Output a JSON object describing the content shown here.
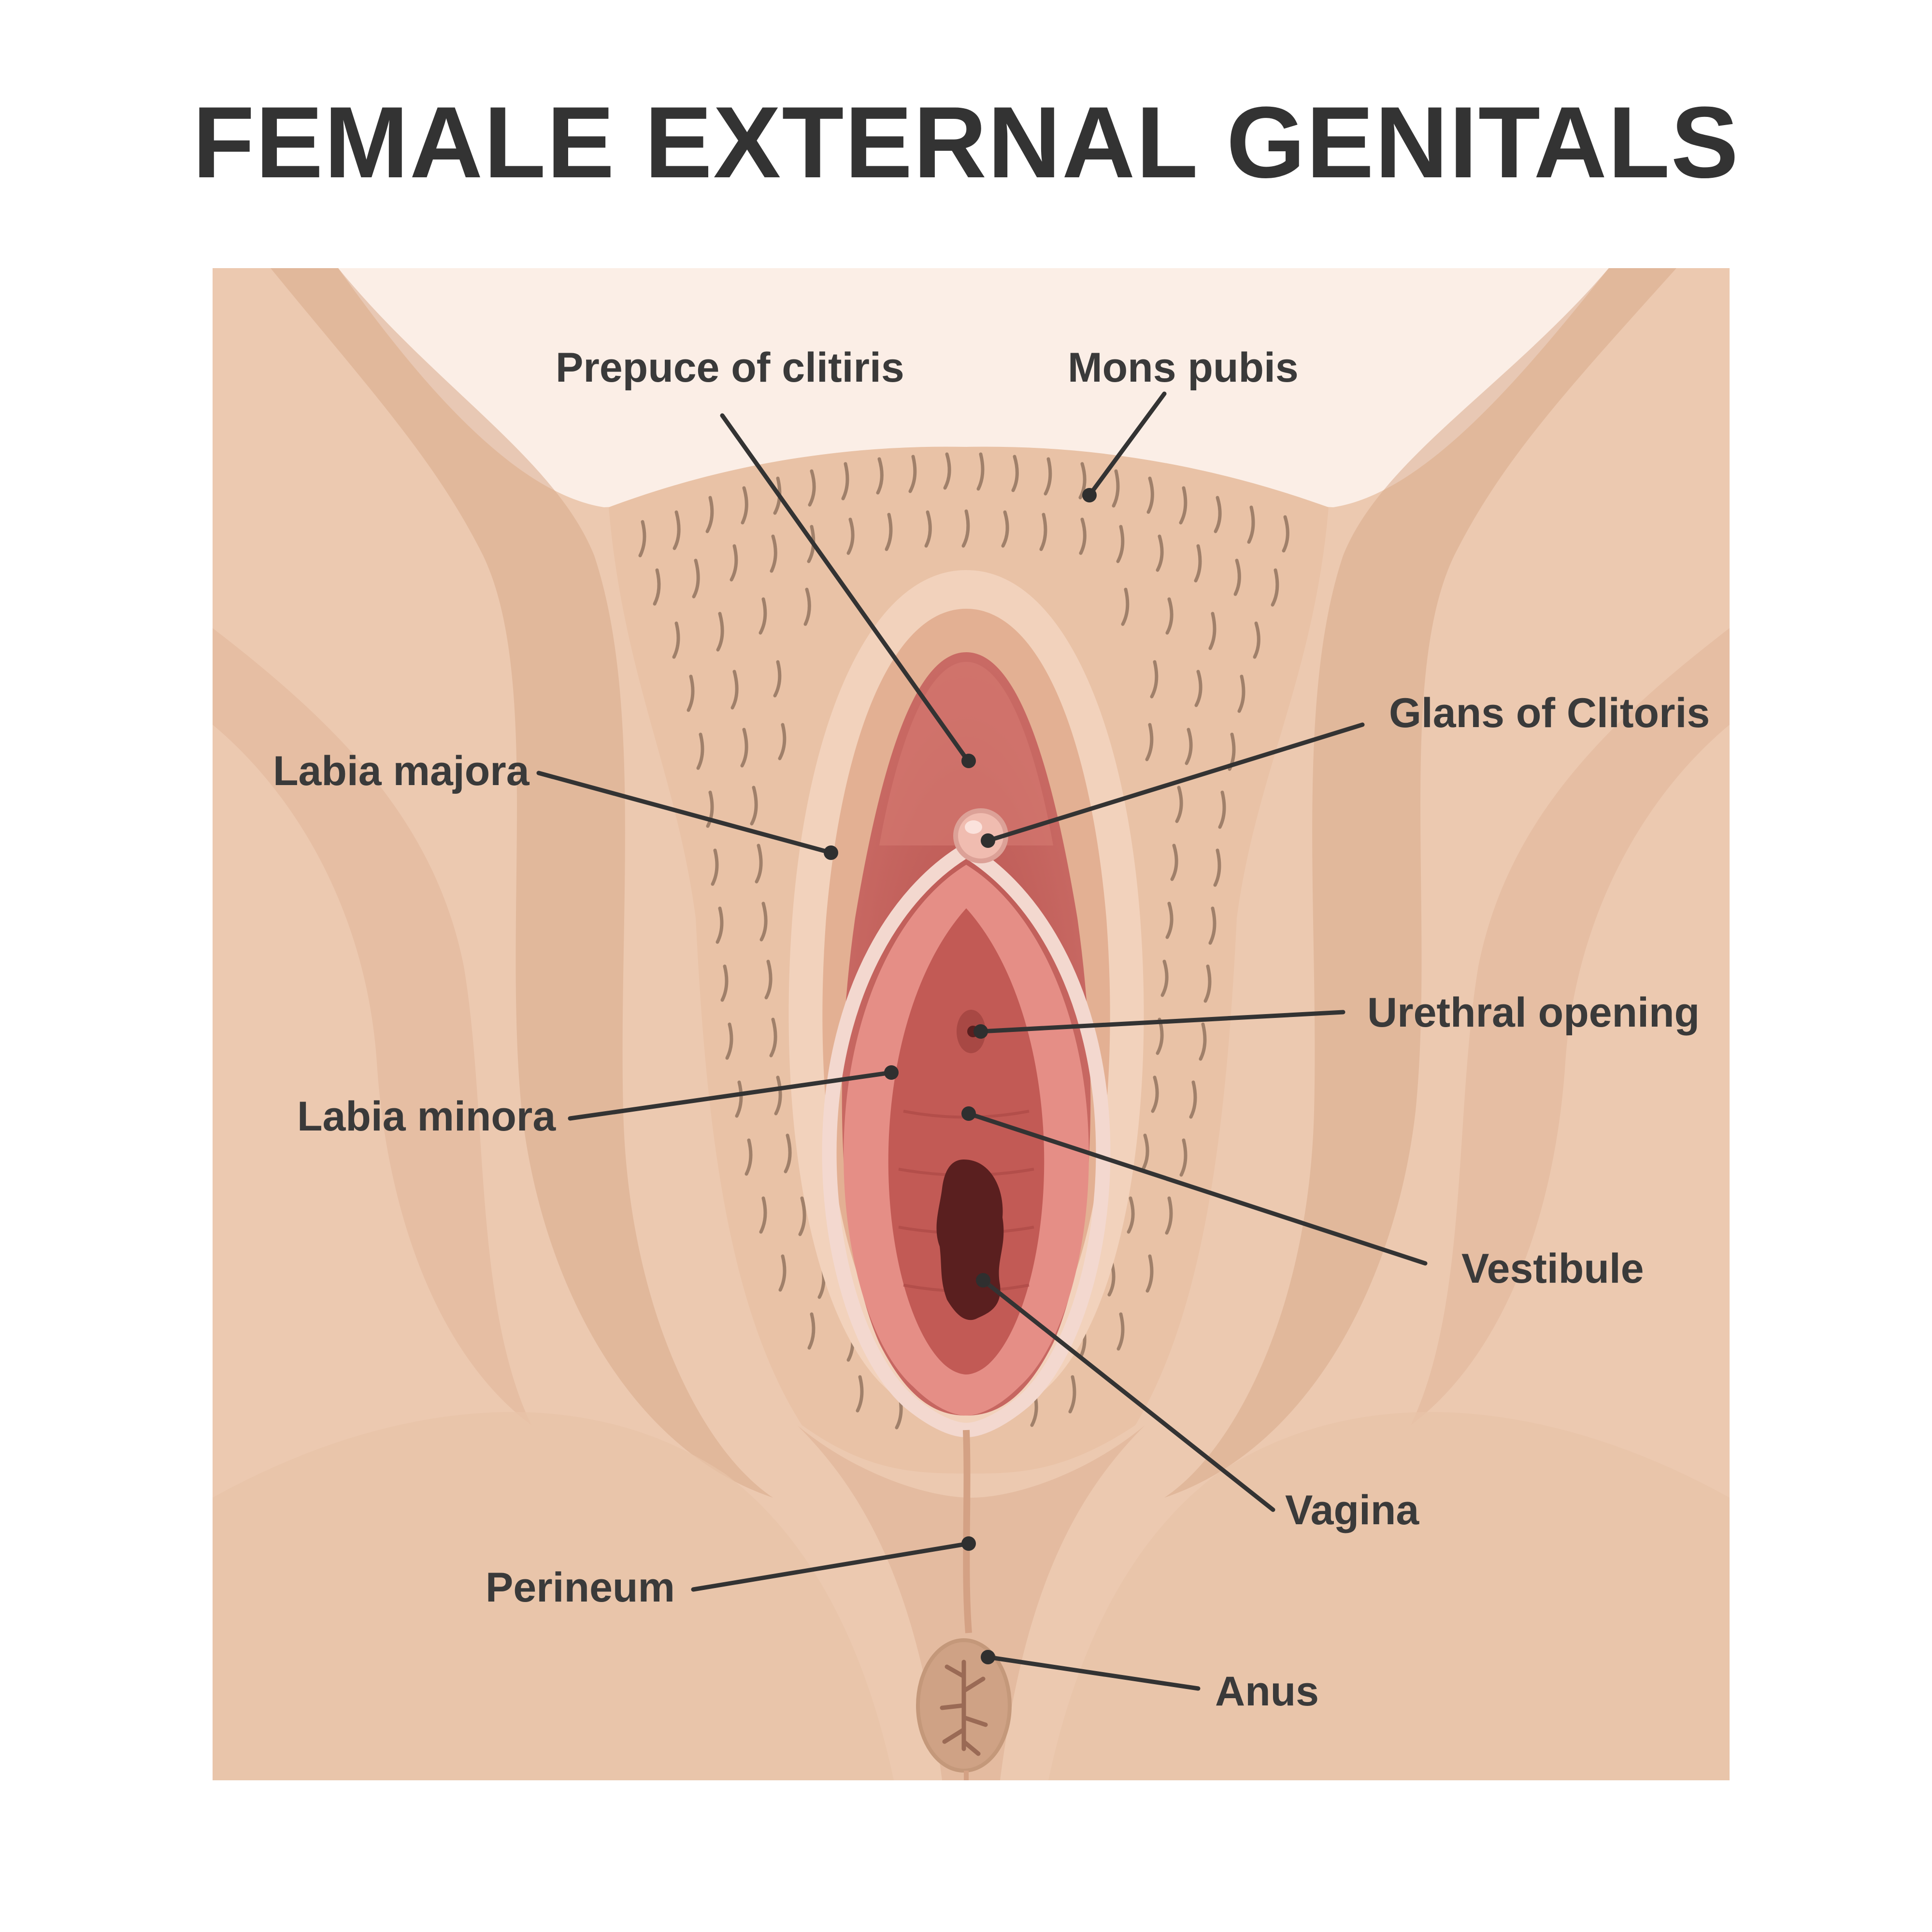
{
  "title": "FEMALE EXTERNAL GENITALS",
  "colors": {
    "background": "#ffffff",
    "skin": "#ecc9b0",
    "skin_shadow": "#d9a98a",
    "skin_light": "#f6dcc8",
    "belly": "#fbeee6",
    "hair": "#a0806a",
    "tissue_outer": "#c96a64",
    "tissue_inner": "#e8908a",
    "vestibule": "#c25a55",
    "vaginal_opening": "#5a1f1f",
    "label_text": "#3a3a3a",
    "leader_line": "#333333"
  },
  "labels": {
    "prepuce": "Prepuce of clitiris",
    "mons_pubis": "Mons pubis",
    "glans": "Glans of Clitoris",
    "labia_majora": "Labia majora",
    "urethral_opening": "Urethral opening",
    "labia_minora": "Labia minora",
    "vestibule": "Vestibule",
    "vagina": "Vagina",
    "perineum": "Perineum",
    "anus": "Anus"
  }
}
